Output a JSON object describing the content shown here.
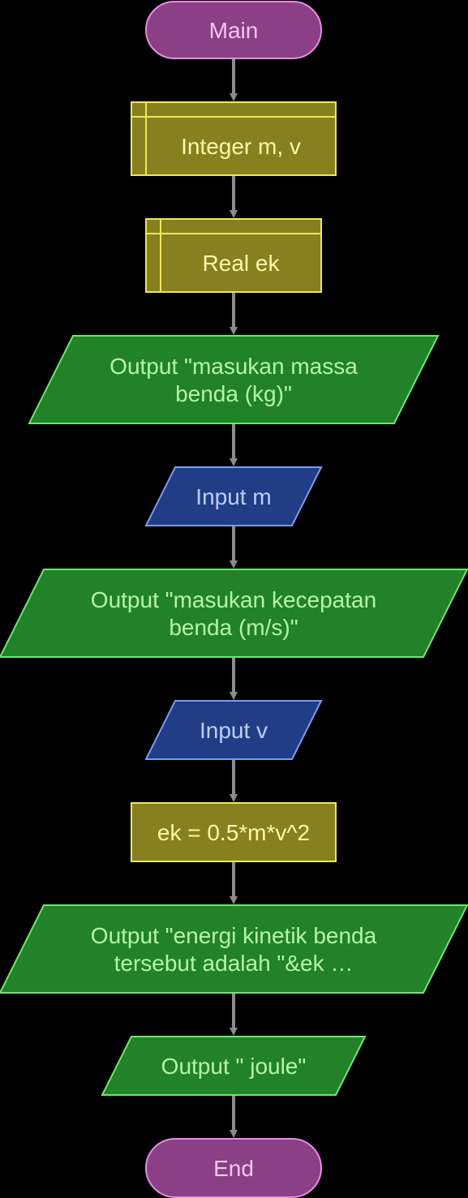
{
  "flowchart": {
    "colors": {
      "background": "#000000",
      "arrow": "#8c8c8c",
      "terminal_fill": "#8b3f86",
      "terminal_stroke": "#e48ee0",
      "terminal_text": "#f3c7f0",
      "declare_fill": "#86801f",
      "declare_stroke": "#f0e65a",
      "declare_text": "#fff8a8",
      "output_fill": "#218227",
      "output_stroke": "#6ee86a",
      "output_text": "#b5f5a8",
      "input_fill": "#203d86",
      "input_stroke": "#7b9cf0",
      "input_text": "#bcd0ff"
    },
    "nodes": [
      {
        "id": "main",
        "type": "terminal",
        "lines": [
          "Main"
        ]
      },
      {
        "id": "declare-int",
        "type": "declare",
        "lines": [
          "Integer m, v"
        ]
      },
      {
        "id": "declare-real",
        "type": "declare",
        "lines": [
          "Real ek"
        ]
      },
      {
        "id": "output-massa",
        "type": "output",
        "lines": [
          "Output \"masukan massa",
          "benda (kg)\""
        ]
      },
      {
        "id": "input-m",
        "type": "input",
        "lines": [
          "Input m"
        ]
      },
      {
        "id": "output-kecepatan",
        "type": "output",
        "lines": [
          "Output \"masukan kecepatan",
          "benda (m/s)\""
        ]
      },
      {
        "id": "input-v",
        "type": "input",
        "lines": [
          "Input v"
        ]
      },
      {
        "id": "assign-ek",
        "type": "assign",
        "lines": [
          "ek = 0.5*m*v^2"
        ]
      },
      {
        "id": "output-energi",
        "type": "output",
        "lines": [
          "Output \"energi kinetik benda",
          "tersebut adalah \"&ek …"
        ]
      },
      {
        "id": "output-joule",
        "type": "output",
        "lines": [
          "Output \" joule\""
        ]
      },
      {
        "id": "end",
        "type": "terminal",
        "lines": [
          "End"
        ]
      }
    ]
  }
}
